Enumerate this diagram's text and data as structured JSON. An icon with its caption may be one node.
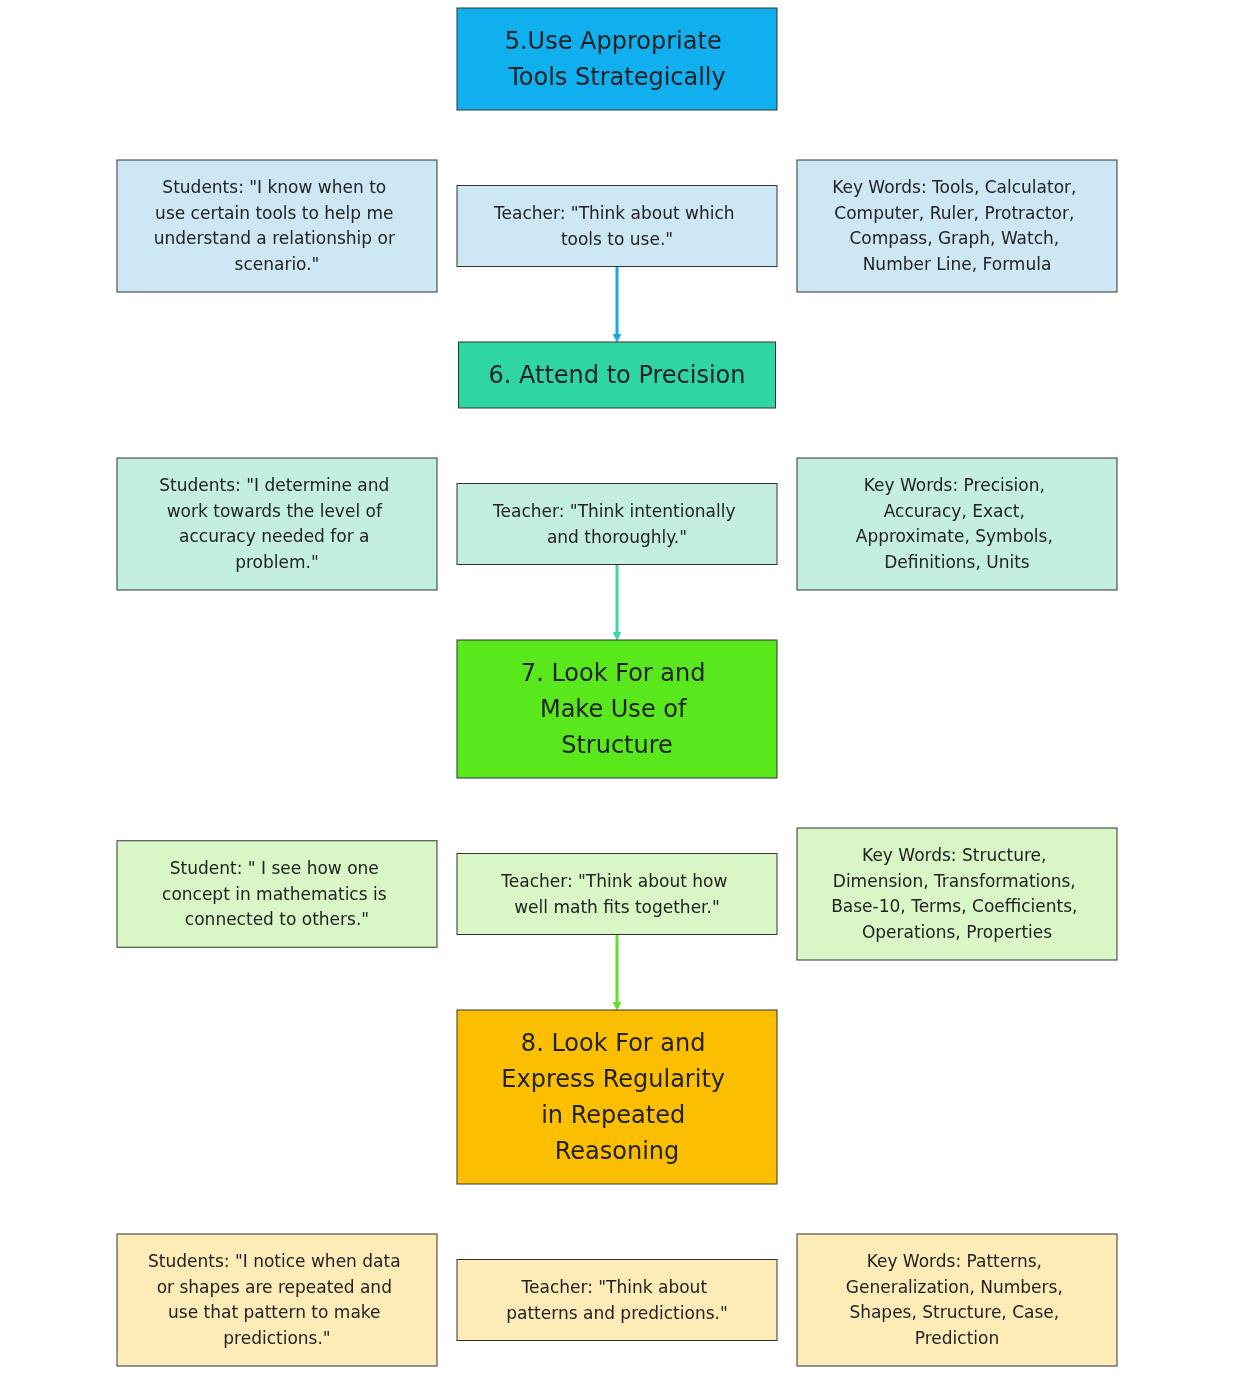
{
  "diagram": {
    "nodes": [
      {
        "text": [
          "5.Use Appropriate Tools Strategically"
        ]
      },
      {
        "text": [
          "Students: \"I know when to use certain tools to help me understand a relationship or scenario.\""
        ]
      },
      {
        "text": [
          "Teacher: \"Think about which tools to use.\""
        ]
      },
      {
        "text": [
          "Key Words: Tools, Calculator, Computer, Ruler, Protractor, Compass, Graph, Watch, Number Line, Formula"
        ]
      },
      {
        "text": [
          "6. Attend to Precision"
        ]
      },
      {
        "text": [
          "Students: \"I determine and work towards the level of accuracy needed for a problem.\""
        ]
      },
      {
        "text": [
          "Teacher: \"Think intentionally and thoroughly.\""
        ]
      },
      {
        "text": [
          "Key Words: Precision, Accuracy, Exact, Approximate, Symbols, Definitions, Units"
        ]
      },
      {
        "text": [
          "7. Look For and Make Use of Structure"
        ]
      },
      {
        "text": [
          "Student: \" I see how one concept in mathematics is connected to others.\""
        ]
      },
      {
        "text": [
          "Teacher: \"Think about how well math fits together.\""
        ]
      },
      {
        "text": [
          "Key Words: Structure, Dimension, Transformations, Base-10, Terms, Coefficients, Operations, Properties"
        ]
      },
      {
        "text": [
          "8. Look For and Express Regularity in Repeated Reasoning"
        ]
      },
      {
        "text": [
          "Students: \"I notice when data or shapes are repeated and use that pattern to make predictions.\""
        ]
      },
      {
        "text": [
          "Teacher: \"Think about patterns and predictions.\""
        ]
      },
      {
        "text": [
          "Key Words: Patterns, Generalization, Numbers, Shapes, Structure, Case, Prediction"
        ]
      }
    ],
    "edges": [
      {
        "from": 2,
        "to": 4,
        "arrow": "to",
        "color": "#1aa8e8"
      },
      {
        "from": 6,
        "to": 8,
        "arrow": "to",
        "color": "#3cd6a8"
      },
      {
        "from": 10,
        "to": 12,
        "arrow": "to",
        "color": "#5ee22a"
      }
    ]
  }
}
